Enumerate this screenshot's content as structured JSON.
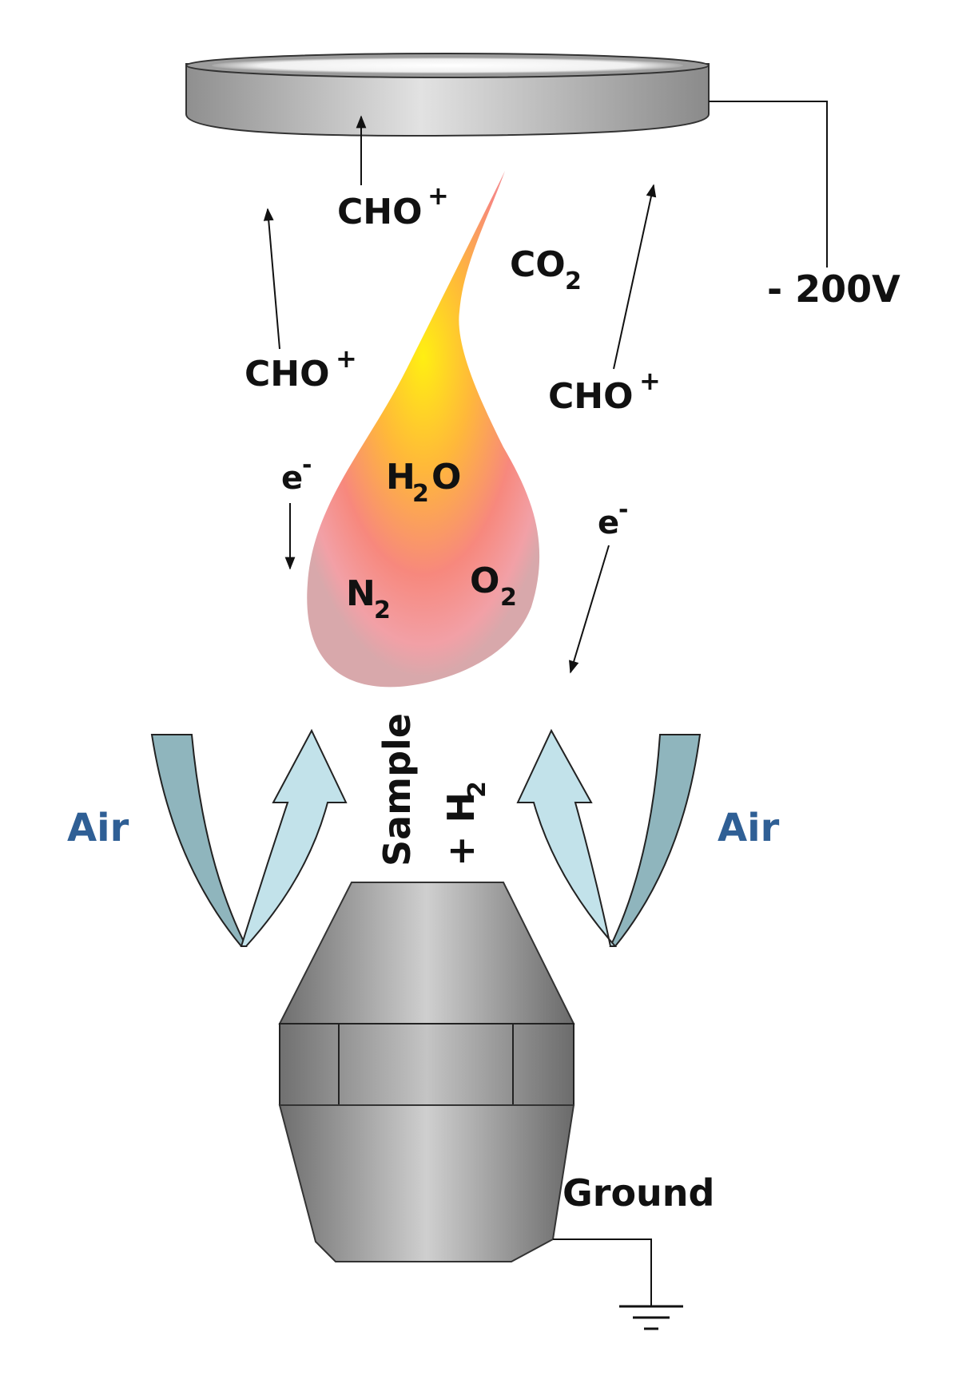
{
  "labels": {
    "cho_top": "CHO",
    "cho_left": "CHO",
    "cho_right": "CHO",
    "plus": "+",
    "co2_main": "CO",
    "co2_sub": "2",
    "voltage": "- 200V",
    "electron_left": "e",
    "electron_right": "e",
    "minus": "-",
    "h2o_h": "H",
    "h2o_sub": "2",
    "h2o_o": "O",
    "n2_main": "N",
    "n2_sub": "2",
    "o2_main": "O",
    "o2_sub": "2",
    "sample": "Sample",
    "h2_plus": "+ H",
    "h2_sub": "2",
    "air_left": "Air",
    "air_right": "Air",
    "ground": "Ground"
  },
  "colors": {
    "air_text": "#2f5f95",
    "air_arrow_fill": "#bfe0e8",
    "air_arrow_dark": "#8fb5bd",
    "flame_core": "#ffe600",
    "flame_mid": "#ffa63a",
    "flame_outer": "#f58a90",
    "metal": "#9a9a9a"
  }
}
